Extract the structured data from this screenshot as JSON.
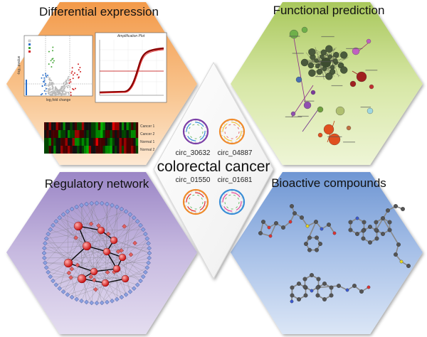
{
  "panels": {
    "differential_expression": {
      "title": "Differential expression",
      "volcano": {
        "xlabel": "log₂fold change",
        "ylabel": "-log₁₀pvalue"
      },
      "amplification": {
        "title": "Amplification Plot"
      },
      "heatmap": {
        "rows": [
          "Cancer 1",
          "Cancer 2",
          "Normal 1",
          "Normal 2"
        ]
      }
    },
    "functional_prediction": {
      "title": "Functional prediction"
    },
    "regulatory_network": {
      "title": "Regulatory network"
    },
    "bioactive_compounds": {
      "title": "Bioactive compounds"
    }
  },
  "center": {
    "title": "colorectal cancer",
    "circrnas": [
      "circ_30632",
      "circ_04887",
      "circ_01550",
      "circ_01681"
    ]
  },
  "colors": {
    "orange_panel": "#f5b06e",
    "green_panel": "#c8dc8c",
    "purple_panel": "#b5a3d4",
    "blue_panel": "#8fb0de"
  }
}
